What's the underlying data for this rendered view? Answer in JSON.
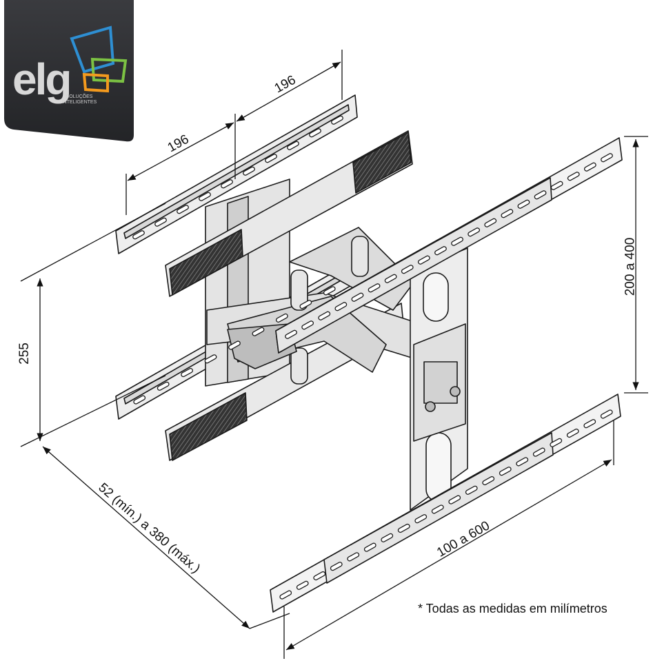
{
  "logo": {
    "wordmark": "elg",
    "tagline": "SOLUÇÕES INTELIGENTES",
    "colors": {
      "badge": "#2f3033",
      "blue": "#2e8fd3",
      "green": "#7cc243",
      "orange": "#f39a1e"
    }
  },
  "dimensions": {
    "top_left_spacing": "196",
    "top_right_spacing": "196",
    "height": "255",
    "vertical_range": "200 a 400",
    "horizontal_range": "100 a 600",
    "depth": "52 (mín.) a 380 (máx.)"
  },
  "footnote": "* Todas as medidas em milímetros"
}
